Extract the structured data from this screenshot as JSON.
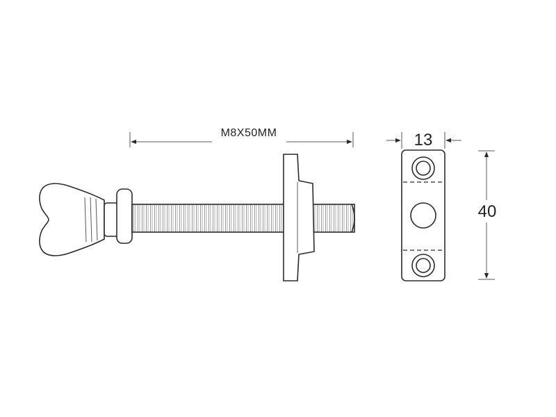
{
  "dimensions": {
    "bolt_length_label": "M8X50MM",
    "plate_width_label": "13",
    "plate_height_label": "40"
  },
  "colors": {
    "line": "#2a2a2a",
    "background": "#ffffff"
  }
}
